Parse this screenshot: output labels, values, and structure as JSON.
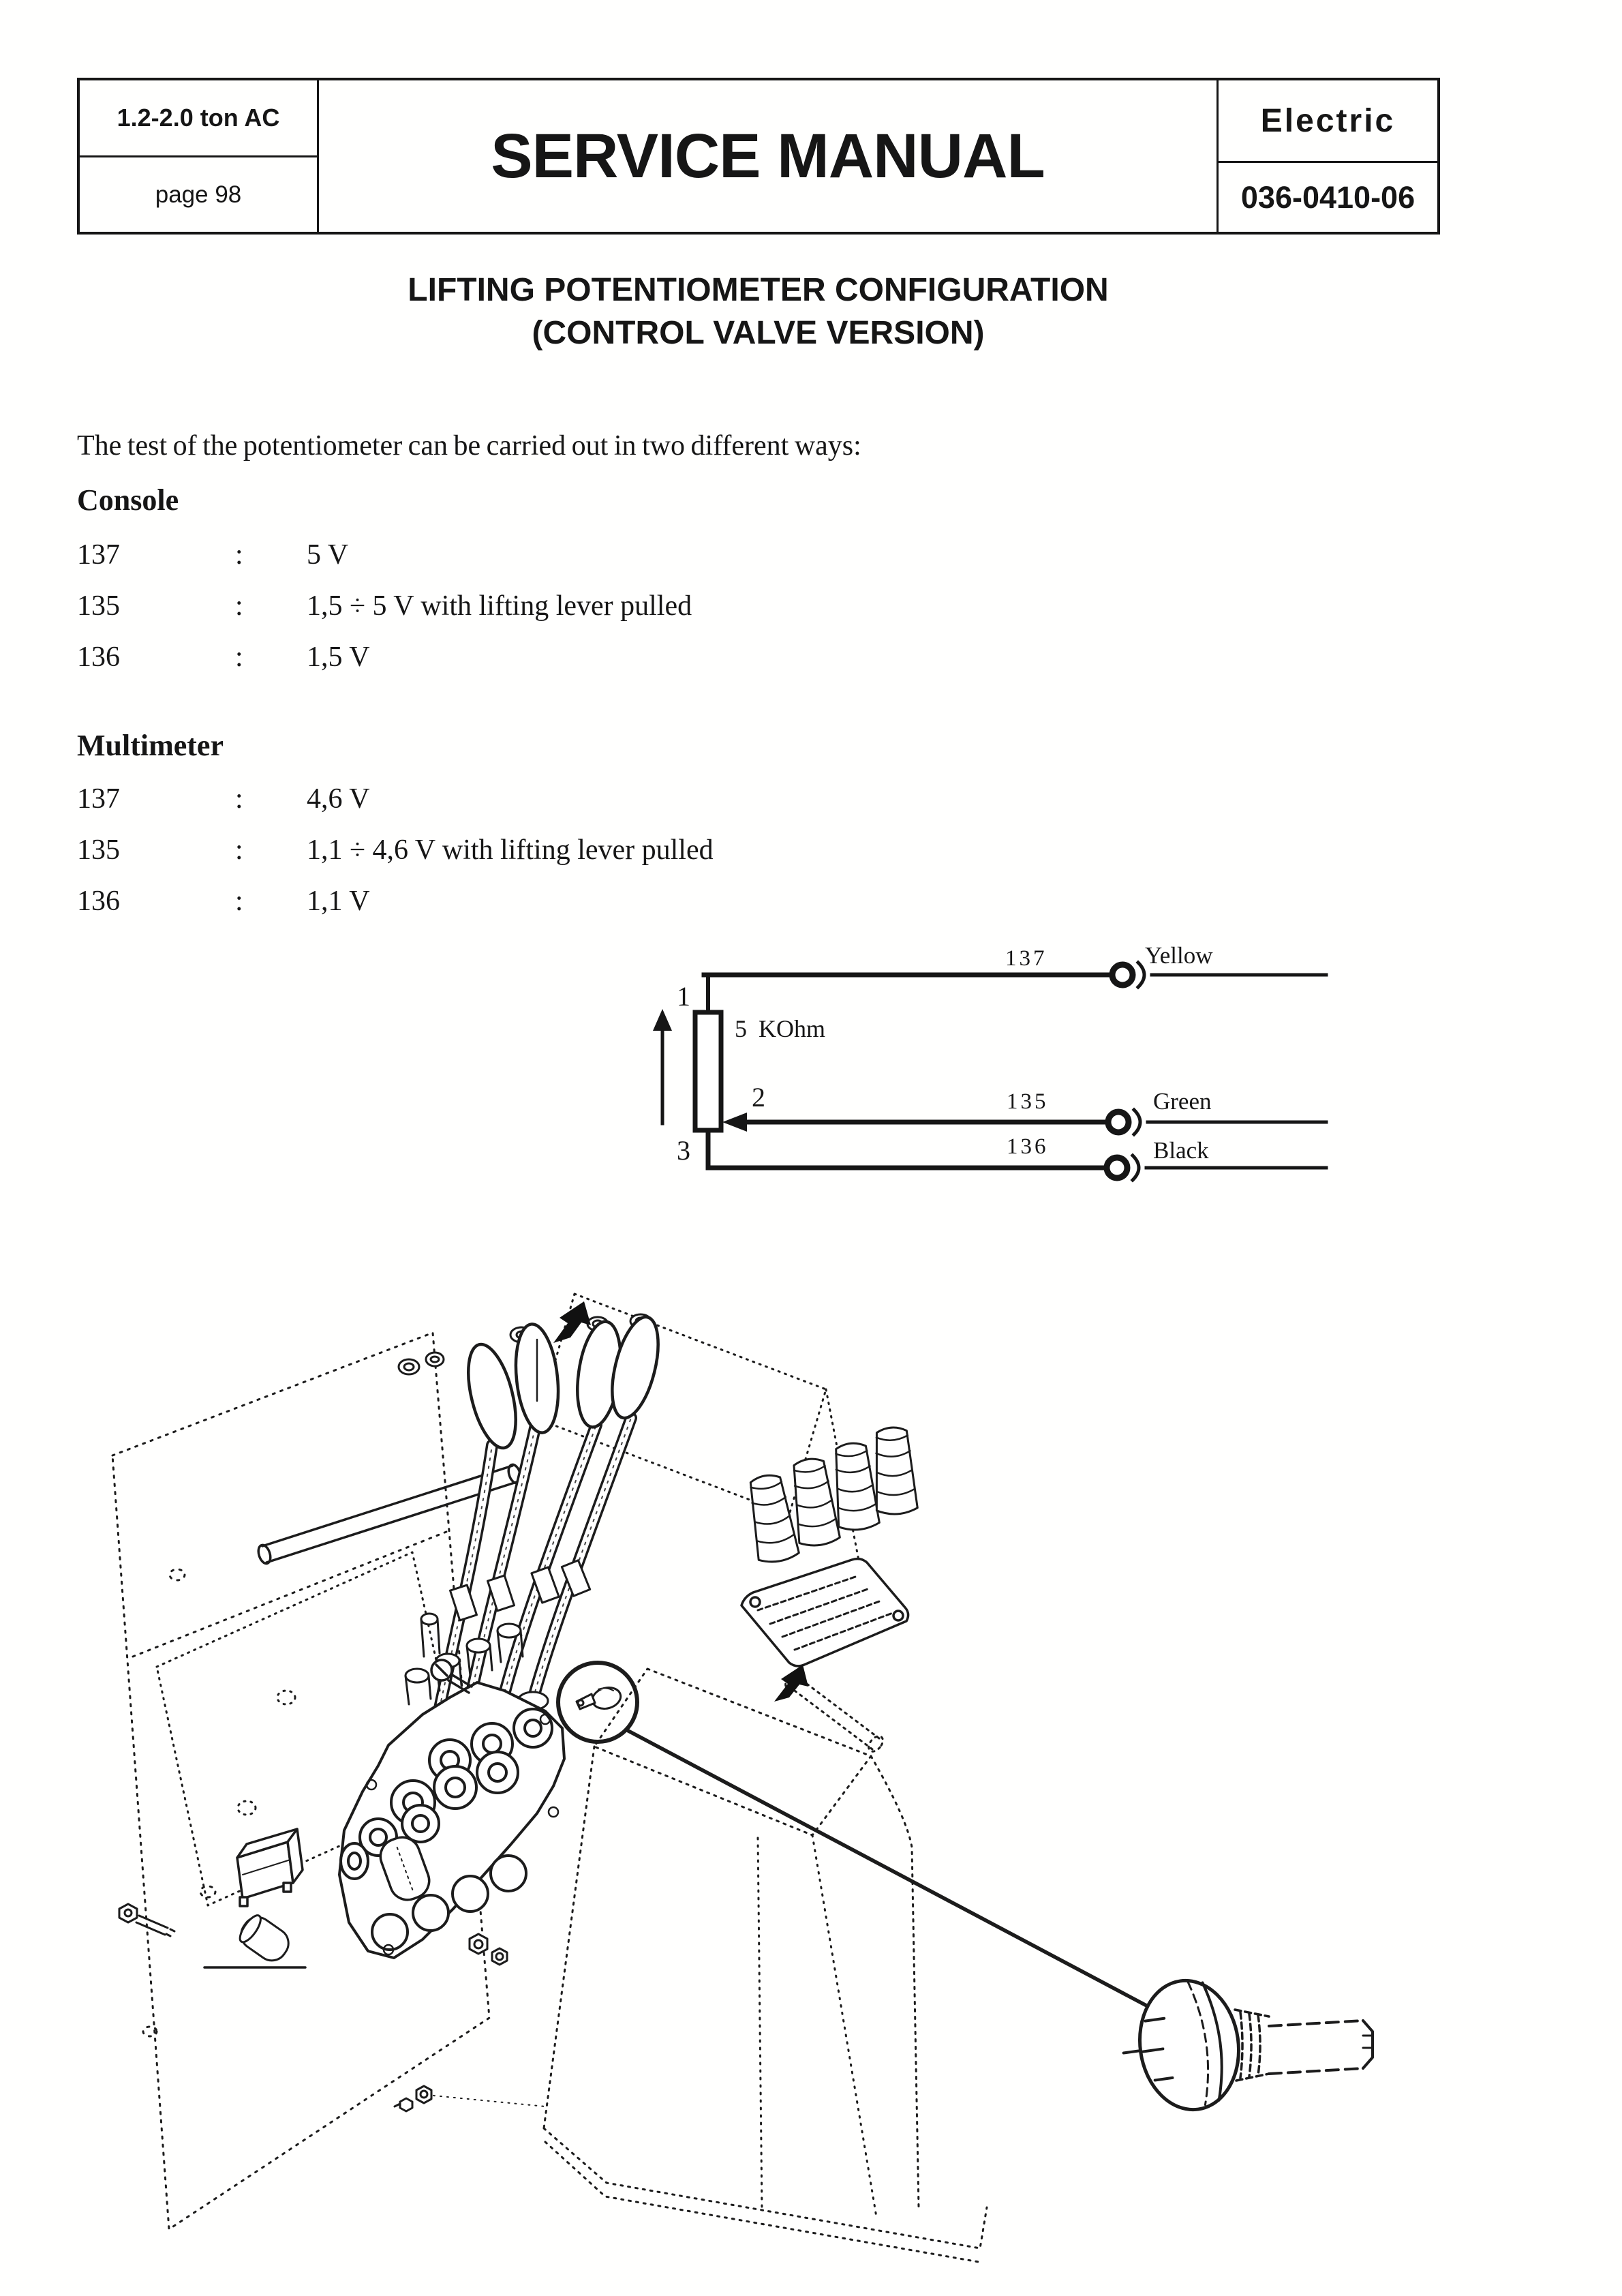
{
  "header": {
    "model": "1.2-2.0  ton AC",
    "page_label": "page 98",
    "manual_title": "SERVICE MANUAL",
    "section": "Electric",
    "doc_code": "036-0410-06"
  },
  "title": {
    "line1": "LIFTING POTENTIOMETER CONFIGURATION",
    "line2": "(CONTROL VALVE VERSION)"
  },
  "intro": "The test of the potentiometer can be carried out in two different ways:",
  "console": {
    "heading": "Console",
    "rows": [
      {
        "pin": "137",
        "sep": ":",
        "value": "5 V"
      },
      {
        "pin": "135",
        "sep": ":",
        "value": "1,5 ÷ 5 V  with lifting lever pulled"
      },
      {
        "pin": "136",
        "sep": ":",
        "value": "1,5 V"
      }
    ]
  },
  "multimeter": {
    "heading": "Multimeter",
    "rows": [
      {
        "pin": "137",
        "sep": ":",
        "value": "4,6 V"
      },
      {
        "pin": "135",
        "sep": ":",
        "value": "1,1 ÷ 4,6 V  with lifting lever pulled"
      },
      {
        "pin": "136",
        "sep": ":",
        "value": "1,1 V"
      }
    ]
  },
  "diagram": {
    "resistor_value": "5 KOhm",
    "pin_labels": [
      "1",
      "2",
      "3"
    ],
    "wires": [
      {
        "number": "137",
        "color_name": "Yellow"
      },
      {
        "number": "135",
        "color_name": "Green"
      },
      {
        "number": "136",
        "color_name": "Black"
      }
    ],
    "ink": "#161616"
  }
}
